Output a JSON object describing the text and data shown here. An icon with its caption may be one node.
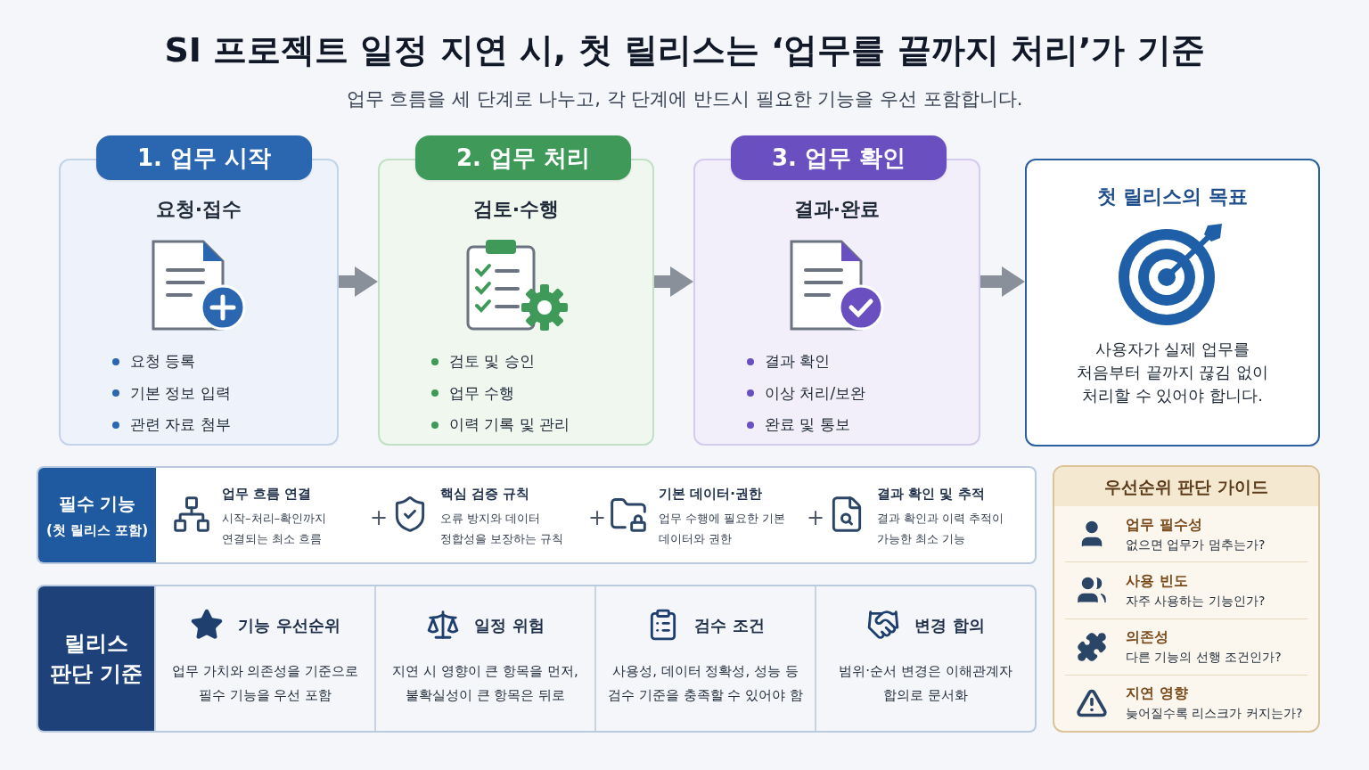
{
  "diagram": {
    "title": "SI 프로젝트 일정 지연 시, 첫 릴리스는 ‘업무를 끝까지 처리’가 기준",
    "nodes": [
      {
        "text": [
          "1. 업무 시작",
          "요청·접수",
          "요청 등록",
          "기본 정보 입력",
          "관련 자료 첨부"
        ]
      },
      {
        "text": [
          "2. 업무 처리",
          "검토·수행",
          "검토 및 승인",
          "업무 수행",
          "이력 기록 및 관리"
        ]
      },
      {
        "text": [
          "3. 업무 확인",
          "결과·완료",
          "결과 확인",
          "이상 처리/보완",
          "완료 및 통보"
        ]
      },
      {
        "text": [
          "첫 릴리스의 목표",
          "사용자가 실제 업무를 처음부터 끝까지 끊김 없이 처리할 수 있어야 합니다."
        ]
      },
      {
        "text": [
          "필수 기능",
          "(첫 릴리스 포함)"
        ]
      },
      {
        "text": [
          "업무 흐름 연결",
          "시작–처리–확인까지 연결되는 최소 흐름"
        ],
        "in": 4
      },
      {
        "text": [
          "핵심 검증 규칙",
          "오류 방지와 데이터 정합성을 보장하는 규칙"
        ],
        "in": 4
      },
      {
        "text": [
          "기본 데이터·권한",
          "업무 수행에 필요한 기본 데이터와 권한"
        ],
        "in": 4
      },
      {
        "text": [
          "결과 확인 및 추적",
          "결과 확인과 이력 추적이 가능한 최소 기능"
        ],
        "in": 4
      },
      {
        "text": [
          "릴리스 판단 기준"
        ]
      },
      {
        "text": [
          "기능 우선순위",
          "업무 가치와 의존성을 기준으로 필수 기능을 우선 포함"
        ],
        "in": 9
      },
      {
        "text": [
          "일정 위험",
          "지연 시 영향이 큰 항목을 먼저, 불확실성이 큰 항목은 뒤로"
        ],
        "in": 9
      },
      {
        "text": [
          "검수 조건",
          "사용성, 데이터 정확성, 성능 등 검수 기준을 충족할 수 있어야 함"
        ],
        "in": 9
      },
      {
        "text": [
          "변경 합의",
          "범위·순서 변경은 이해관계자 합의로 문서화"
        ],
        "in": 9
      },
      {
        "text": [
          "우선순위 판단 가이드"
        ]
      },
      {
        "text": [
          "업무 필수성",
          "없으면 업무가 멈추는가?"
        ],
        "in": 14
      },
      {
        "text": [
          "사용 빈도",
          "자주 사용하는 기능인가?"
        ],
        "in": 14
      },
      {
        "text": [
          "의존성",
          "다른 기능의 선행 조건인가?"
        ],
        "in": 14
      },
      {
        "text": [
          "지연 영향",
          "늦어질수록 리스크가 커지는가?"
        ],
        "in": 14
      }
    ],
    "edges": [
      {
        "from": 0,
        "to": 1,
        "arrow": "to"
      },
      {
        "from": 1,
        "to": 2,
        "arrow": "to"
      },
      {
        "from": 2,
        "to": 3,
        "arrow": "to"
      }
    ],
    "labels": [
      "업무 흐름을 세 단계로 나누고, 각 단계에 반드시 필요한 기능을 우선 포함합니다.",
      "+",
      "+",
      "+"
    ]
  }
}
